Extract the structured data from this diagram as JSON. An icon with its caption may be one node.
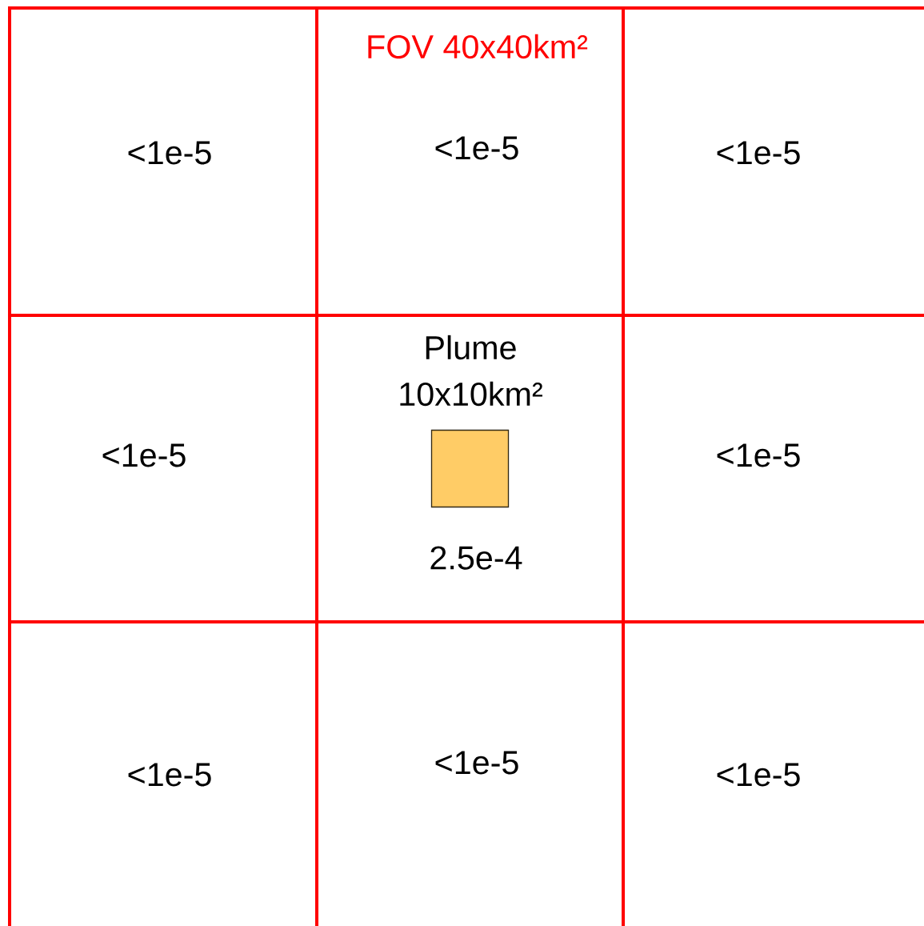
{
  "diagram": {
    "nodes": [
      {
        "text": [
          "<1e-5"
        ]
      },
      {
        "text": [
          "FOV 40x40km²",
          "<1e-5"
        ]
      },
      {
        "text": [
          "<1e-5"
        ]
      },
      {
        "text": [
          "<1e-5"
        ]
      },
      {
        "text": [
          "Plume 10x10km²",
          "2.5e-4"
        ]
      },
      {
        "text": [],
        "shape": "box",
        "in": 4
      },
      {
        "text": [
          "<1e-5"
        ]
      },
      {
        "text": [
          "<1e-5"
        ]
      },
      {
        "text": [
          "<1e-5"
        ]
      },
      {
        "text": [
          "<1e-5"
        ]
      }
    ]
  }
}
